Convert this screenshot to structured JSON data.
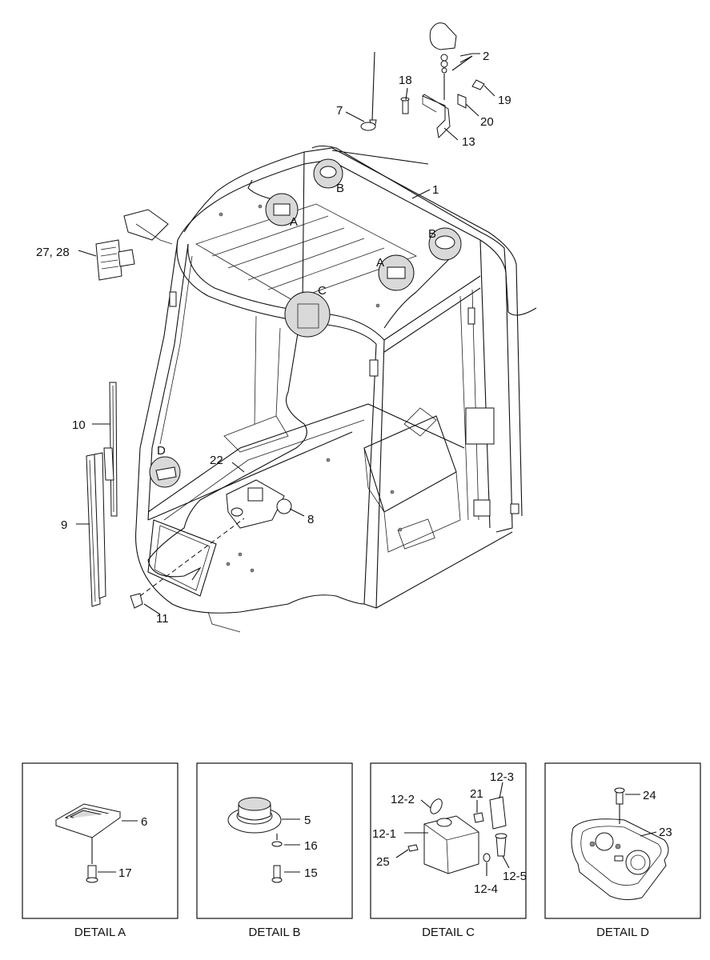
{
  "callouts": {
    "c1": "1",
    "c2": "2",
    "c7": "7",
    "c8": "8",
    "c9": "9",
    "c10": "10",
    "c11": "11",
    "c13": "13",
    "c18": "18",
    "c19": "19",
    "c20": "20",
    "c22": "22",
    "c27_28": "27, 28"
  },
  "detail_markers": {
    "a1": "A",
    "a2": "A",
    "b1": "B",
    "b2": "B",
    "c": "C",
    "d": "D"
  },
  "details": [
    {
      "caption": "DETAIL A",
      "labels": {
        "l6": "6",
        "l17": "17"
      }
    },
    {
      "caption": "DETAIL B",
      "labels": {
        "l5": "5",
        "l16": "16",
        "l15": "15"
      }
    },
    {
      "caption": "DETAIL C",
      "labels": {
        "l12_3": "12-3",
        "l12_2": "12-2",
        "l21": "21",
        "l12_1": "12-1",
        "l25": "25",
        "l12_4": "12-4",
        "l12_5": "12-5"
      }
    },
    {
      "caption": "DETAIL D",
      "labels": {
        "l24": "24",
        "l23": "23"
      }
    }
  ]
}
